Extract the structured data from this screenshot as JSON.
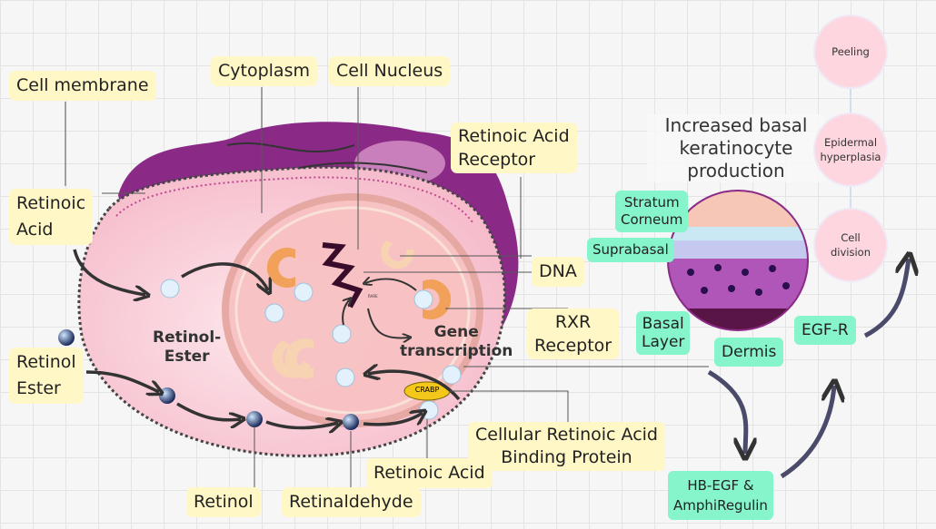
{
  "labels": {
    "cell_membrane": "Cell membrane",
    "cytoplasm": "Cytoplasm",
    "cell_nucleus": "Cell Nucleus",
    "retinoic_acid_receptor": "Retinoic Acid\nReceptor",
    "retinoic_acid_left": "Retinoic\nAcid",
    "dna": "DNA",
    "rxr_receptor": "RXR\nReceptor",
    "retinol_ester": "Retinol\nEster",
    "crabp_full": "Cellular Retinoic Acid\nBinding Protein",
    "retinoic_acid_bottom": "Retinoic Acid",
    "retinol": "Retinol",
    "retinaldehyde": "Retinaldehyde"
  },
  "inner": {
    "retinol_ester": "Retinol-\nEster",
    "gene_transcription": "Gene\ntranscription",
    "crabp": "CRABP",
    "rare": "RARE"
  },
  "skin": {
    "title": "Increased basal\nkeratinocyte\nproduction",
    "stratum_corneum": "Stratum\nCorneum",
    "suprabasal": "Suprabasal",
    "basal_layer": "Basal\nLayer",
    "dermis": "Dermis",
    "egf_r": "EGF-R",
    "hb_egf": "HB-EGF &\nAmphiRegulin"
  },
  "outcomes": [
    "Peeling",
    "Epidermal\nhyperplasia",
    "Cell\ndivision"
  ],
  "colors": {
    "label_yellow": "#fff8c6",
    "label_green": "#86f5cc",
    "outcome_pink": "#fdd6df",
    "cell_pink": "#f9c9d3",
    "membrane_purple": "#8a2a86"
  }
}
